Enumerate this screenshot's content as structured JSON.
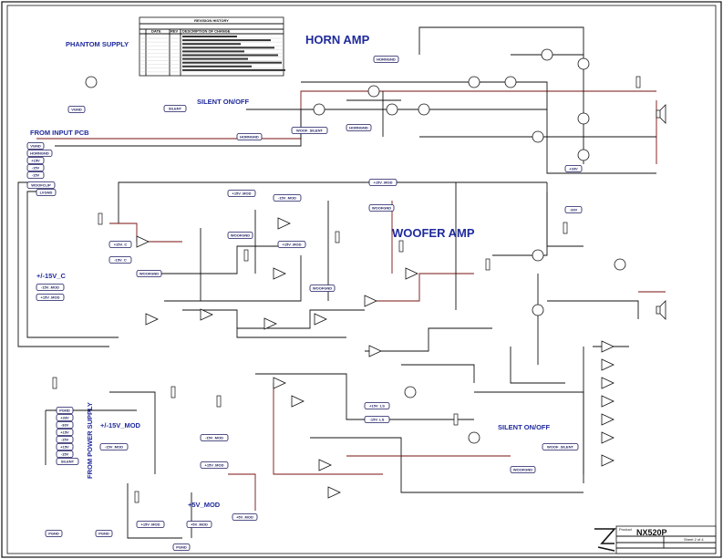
{
  "sections": {
    "horn_amp": "HORN AMP",
    "woofer_amp": "WOOFER AMP",
    "phantom_supply": "PHANTOM SUPPLY",
    "silent_onoff_top": "SILENT ON/OFF",
    "silent_onoff_bottom": "SILENT ON/OFF",
    "from_input_pcb": "FROM INPUT PCB",
    "pm15v_c": "+/-15V_C",
    "pm15v_mod": "+/-15V_MOD",
    "p5v_mod": "+5V_MOD",
    "from_power_supply": "FROM POWER SUPPLY"
  },
  "revision_table": {
    "title": "REVISION HISTORY",
    "headers": [
      "DATE",
      "REV",
      "DESCRIPTION OF CHANGE"
    ]
  },
  "title_block": {
    "product_label": "Product",
    "product": "NX520P",
    "sheet": "Sheet 2 of 4"
  },
  "net_labels": [
    "VGND",
    "HORNGND",
    "+15V",
    "-15V",
    "-15V",
    "WOOFCLIP",
    "LVGND",
    "PGND",
    "+33V",
    "-33V",
    "+15V",
    "-15V",
    "+15V",
    "-15V",
    "SILENT",
    "+15V_MOD",
    "-15V_MOD",
    "+15V_MOD",
    "WOOFGND",
    "WOOFGND",
    "WOOFGND",
    "+15V_C",
    "-15V_C",
    "+15V_MOD",
    "-15V_MOD",
    "SILENT",
    "HORNGND",
    "HORNGND",
    "VGND",
    "WOOF_SILENT",
    "HORNGND",
    "+15V_MOD",
    "WOOFGND",
    "+5V_MOD",
    "+15V_MOD",
    "-15V_MOD",
    "PGND",
    "PGND",
    "PGND",
    "WOOF_SILENT",
    "+15V_LS",
    "-15V_LS",
    "+33V",
    "-33V",
    "WOOFGND",
    "+15V_MOD",
    "-15V_MOD",
    "+5V_MOD"
  ],
  "colors": {
    "section_title": "#1f2a9c",
    "wire": "#111111",
    "rail_wire": "#7a1010"
  }
}
